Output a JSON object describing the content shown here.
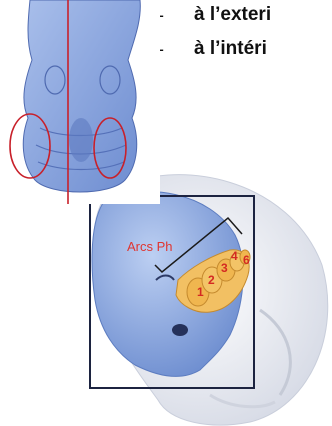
{
  "bullets": [
    {
      "dash": "-",
      "text": "à l’exteri"
    },
    {
      "dash": "-",
      "text": "à l’intéri"
    }
  ],
  "side_view": {
    "arches_label": "Arcs Ph",
    "arch_numbers": [
      "1",
      "2",
      "3",
      "4",
      "6"
    ]
  },
  "colors": {
    "embryo_blue": "#8ea9e3",
    "arch_gold": "#f2c063",
    "outline_red": "#c8202a",
    "label_red": "#e03530",
    "frame": "#1c2340"
  }
}
